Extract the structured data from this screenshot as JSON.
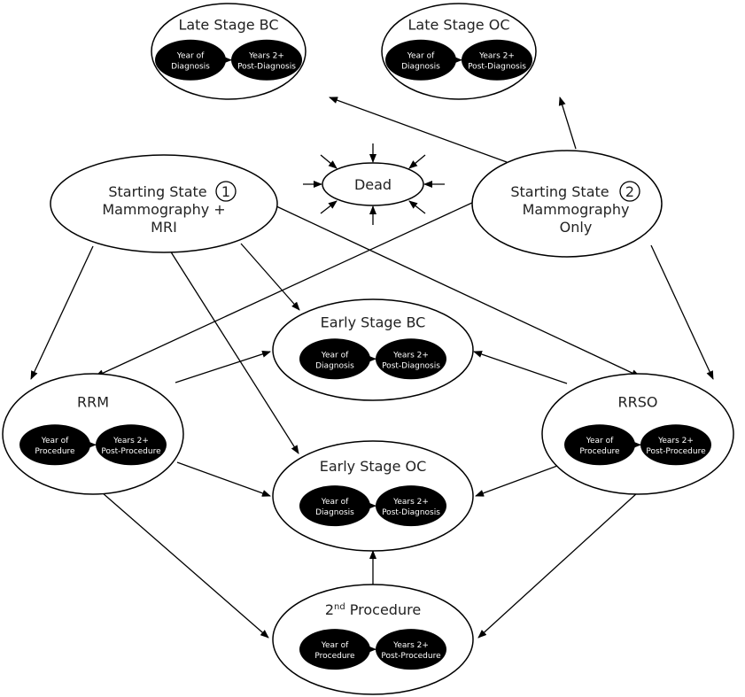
{
  "diagram": {
    "nodes": {
      "late_bc": {
        "title": "Late Stage BC",
        "sub": [
          [
            "Year of",
            "Diagnosis"
          ],
          [
            "Years 2+",
            "Post-Diagnosis"
          ]
        ]
      },
      "late_oc": {
        "title": "Late Stage OC",
        "sub": [
          [
            "Year of",
            "Diagnosis"
          ],
          [
            "Years 2+",
            "Post-Diagnosis"
          ]
        ]
      },
      "dead": {
        "title": "Dead"
      },
      "start1": {
        "lines": [
          "Starting State",
          "Mammography +",
          "MRI"
        ],
        "badge": "1"
      },
      "start2": {
        "lines": [
          "Starting State",
          "Mammography",
          "Only"
        ],
        "badge": "2"
      },
      "early_bc": {
        "title": "Early Stage BC",
        "sub": [
          [
            "Year of",
            "Diagnosis"
          ],
          [
            "Years 2+",
            "Post-Diagnosis"
          ]
        ]
      },
      "rrm": {
        "title": "RRM",
        "sub": [
          [
            "Year of",
            "Procedure"
          ],
          [
            "Years 2+",
            "Post-Procedure"
          ]
        ]
      },
      "rrso": {
        "title": "RRSO",
        "sub": [
          [
            "Year of",
            "Procedure"
          ],
          [
            "Years 2+",
            "Post-Procedure"
          ]
        ]
      },
      "early_oc": {
        "title": "Early Stage OC",
        "sub": [
          [
            "Year of",
            "Diagnosis"
          ],
          [
            "Years 2+",
            "Post-Diagnosis"
          ]
        ]
      },
      "second": {
        "title_main": "2",
        "title_sup": "nd",
        "title_rest": " Procedure",
        "sub": [
          [
            "Year of",
            "Procedure"
          ],
          [
            "Years 2+",
            "Post-Procedure"
          ]
        ]
      }
    },
    "edges": [
      [
        "start2",
        "late_bc"
      ],
      [
        "start2",
        "late_oc"
      ],
      [
        "start2",
        "rrm"
      ],
      [
        "start2",
        "rrso"
      ],
      [
        "start1",
        "rrm"
      ],
      [
        "start1",
        "early_bc"
      ],
      [
        "start1",
        "early_oc"
      ],
      [
        "start1",
        "rrso"
      ],
      [
        "rrm",
        "early_bc"
      ],
      [
        "rrm",
        "early_oc"
      ],
      [
        "rrm",
        "second"
      ],
      [
        "rrso",
        "early_bc"
      ],
      [
        "rrso",
        "early_oc"
      ],
      [
        "rrso",
        "second"
      ],
      [
        "second",
        "early_oc"
      ]
    ]
  }
}
